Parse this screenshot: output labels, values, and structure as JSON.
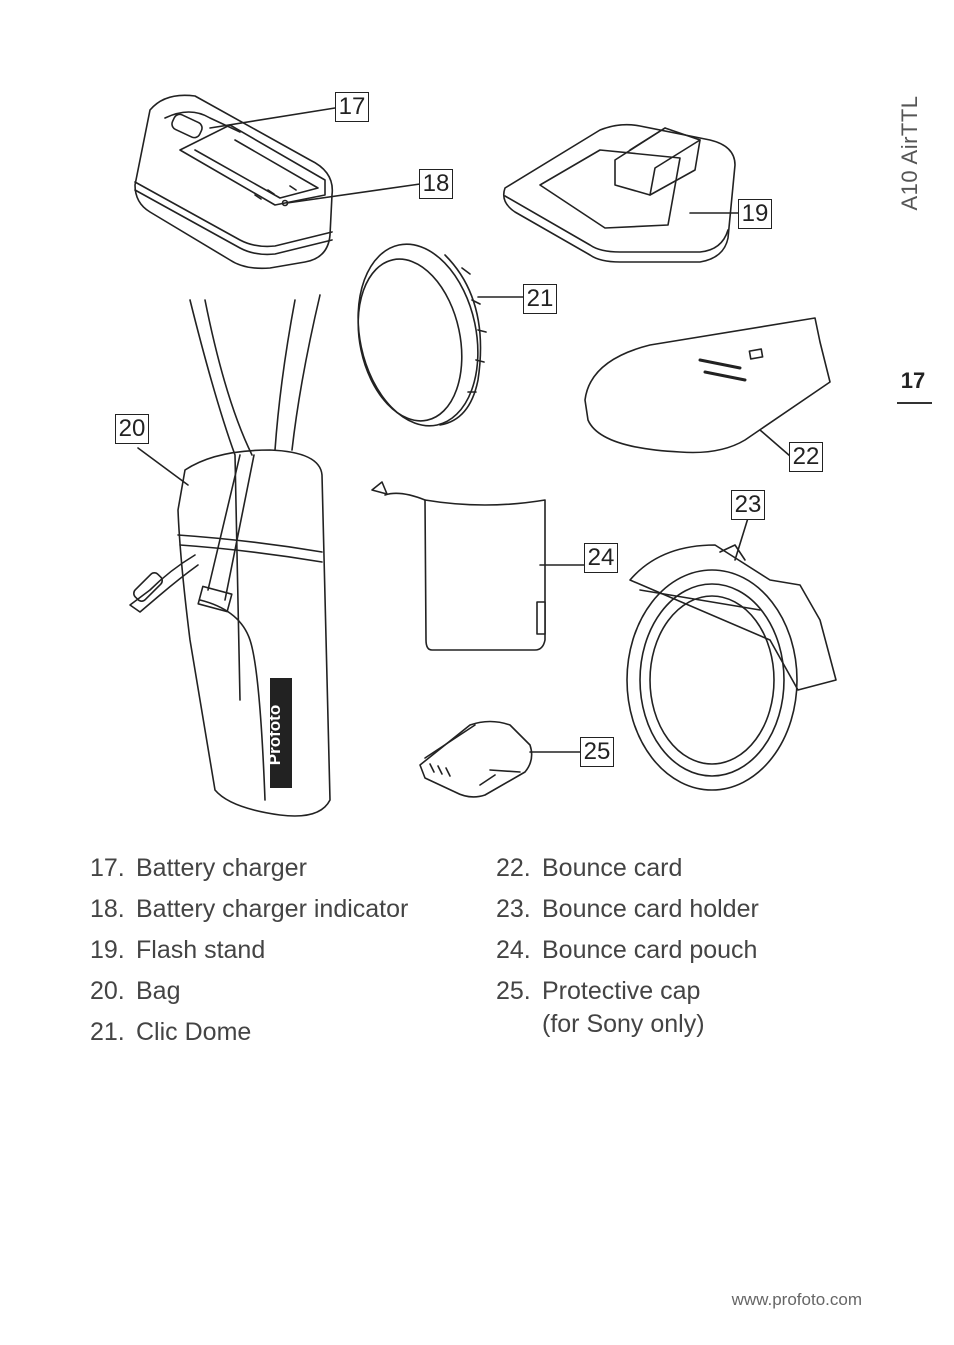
{
  "header": {
    "product_title": "A10 AirTTL",
    "page_number": "17"
  },
  "callouts": [
    "17",
    "18",
    "19",
    "20",
    "21",
    "22",
    "23",
    "24",
    "25"
  ],
  "legend": {
    "left": [
      {
        "num": "17.",
        "text": "Battery charger"
      },
      {
        "num": "18.",
        "text": "Battery charger indicator"
      },
      {
        "num": "19.",
        "text": "Flash stand"
      },
      {
        "num": "20.",
        "text": "Bag"
      },
      {
        "num": "21.",
        "text": "Clic Dome"
      }
    ],
    "right": [
      {
        "num": "22.",
        "text": "Bounce card"
      },
      {
        "num": "23.",
        "text": "Bounce card holder"
      },
      {
        "num": "24.",
        "text": "Bounce card pouch"
      },
      {
        "num": "25.",
        "text": "Protective cap",
        "sub": "(for Sony only)"
      }
    ]
  },
  "illustration_labels": {
    "bag_brand": "Profoto"
  },
  "footer": {
    "url": "www.profoto.com"
  }
}
